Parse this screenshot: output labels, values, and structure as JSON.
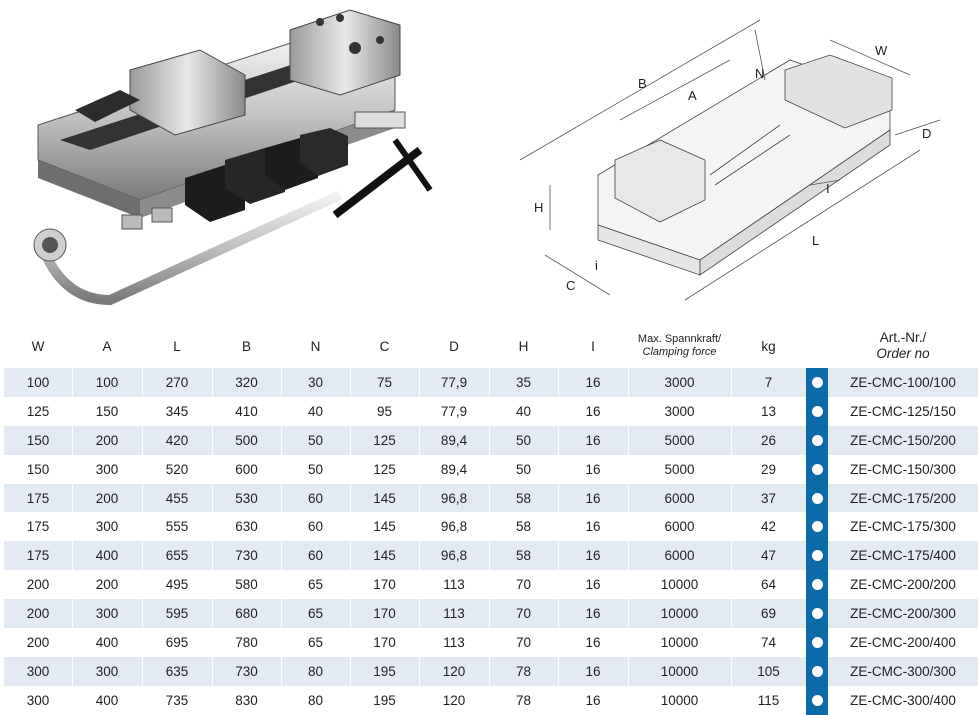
{
  "figure_labels": {
    "B": "B",
    "A": "A",
    "N": "N",
    "W": "W",
    "D": "D",
    "H": "H",
    "C": "C",
    "L": "L",
    "I": "I",
    "i": "i"
  },
  "table": {
    "headers": {
      "W": "W",
      "A": "A",
      "L": "L",
      "B": "B",
      "N": "N",
      "C": "C",
      "D": "D",
      "H": "H",
      "I": "I",
      "force_de": "Max. Spannkraft/",
      "force_en": "Clamping force",
      "kg": "kg",
      "order_de": "Art.-Nr./",
      "order_en": "Order no"
    },
    "rows": [
      {
        "W": "100",
        "A": "100",
        "L": "270",
        "B": "320",
        "N": "30",
        "C": "75",
        "D": "77,9",
        "H": "35",
        "I": "16",
        "force": "3000",
        "kg": "7",
        "order": "ZE-CMC-100/100"
      },
      {
        "W": "125",
        "A": "150",
        "L": "345",
        "B": "410",
        "N": "40",
        "C": "95",
        "D": "77,9",
        "H": "40",
        "I": "16",
        "force": "3000",
        "kg": "13",
        "order": "ZE-CMC-125/150"
      },
      {
        "W": "150",
        "A": "200",
        "L": "420",
        "B": "500",
        "N": "50",
        "C": "125",
        "D": "89,4",
        "H": "50",
        "I": "16",
        "force": "5000",
        "kg": "26",
        "order": "ZE-CMC-150/200"
      },
      {
        "W": "150",
        "A": "300",
        "L": "520",
        "B": "600",
        "N": "50",
        "C": "125",
        "D": "89,4",
        "H": "50",
        "I": "16",
        "force": "5000",
        "kg": "29",
        "order": "ZE-CMC-150/300"
      },
      {
        "W": "175",
        "A": "200",
        "L": "455",
        "B": "530",
        "N": "60",
        "C": "145",
        "D": "96,8",
        "H": "58",
        "I": "16",
        "force": "6000",
        "kg": "37",
        "order": "ZE-CMC-175/200"
      },
      {
        "W": "175",
        "A": "300",
        "L": "555",
        "B": "630",
        "N": "60",
        "C": "145",
        "D": "96,8",
        "H": "58",
        "I": "16",
        "force": "6000",
        "kg": "42",
        "order": "ZE-CMC-175/300"
      },
      {
        "W": "175",
        "A": "400",
        "L": "655",
        "B": "730",
        "N": "60",
        "C": "145",
        "D": "96,8",
        "H": "58",
        "I": "16",
        "force": "6000",
        "kg": "47",
        "order": "ZE-CMC-175/400"
      },
      {
        "W": "200",
        "A": "200",
        "L": "495",
        "B": "580",
        "N": "65",
        "C": "170",
        "D": "113",
        "H": "70",
        "I": "16",
        "force": "10000",
        "kg": "64",
        "order": "ZE-CMC-200/200"
      },
      {
        "W": "200",
        "A": "300",
        "L": "595",
        "B": "680",
        "N": "65",
        "C": "170",
        "D": "113",
        "H": "70",
        "I": "16",
        "force": "10000",
        "kg": "69",
        "order": "ZE-CMC-200/300"
      },
      {
        "W": "200",
        "A": "400",
        "L": "695",
        "B": "780",
        "N": "65",
        "C": "170",
        "D": "113",
        "H": "70",
        "I": "16",
        "force": "10000",
        "kg": "74",
        "order": "ZE-CMC-200/400"
      },
      {
        "W": "300",
        "A": "300",
        "L": "635",
        "B": "730",
        "N": "80",
        "C": "195",
        "D": "120",
        "H": "78",
        "I": "16",
        "force": "10000",
        "kg": "105",
        "order": "ZE-CMC-300/300"
      },
      {
        "W": "300",
        "A": "400",
        "L": "735",
        "B": "830",
        "N": "80",
        "C": "195",
        "D": "120",
        "H": "78",
        "I": "16",
        "force": "10000",
        "kg": "115",
        "order": "ZE-CMC-300/400"
      }
    ]
  },
  "colors": {
    "row_shade": "#e3eaf4",
    "dot_column": "#0d6aa8"
  }
}
